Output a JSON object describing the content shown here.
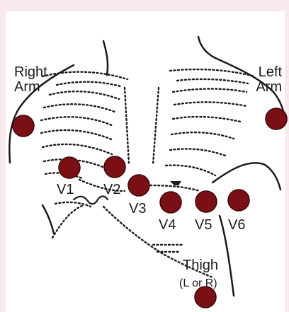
{
  "colors": {
    "background": "#f7e9ec",
    "panel": "#ffffff",
    "line": "#1a1a1a",
    "electrode": "#7a1016",
    "electrode_edge": "#3d0508"
  },
  "labels": {
    "right_arm": "Right\nArm",
    "left_arm": "Left\nArm",
    "v1": "V1",
    "v2": "V2",
    "v3": "V3",
    "v4": "V4",
    "v5": "V5",
    "v6": "V6",
    "thigh": "Thigh",
    "thigh_side": "(L or R)"
  }
}
